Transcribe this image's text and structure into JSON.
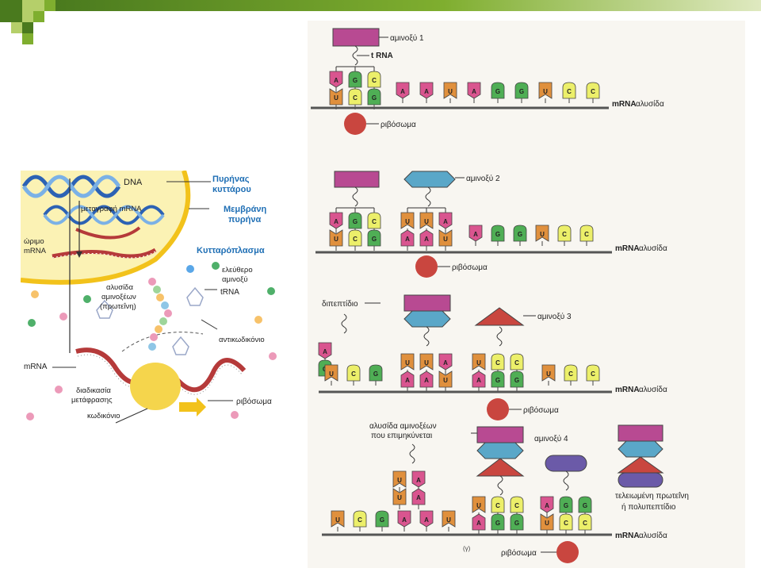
{
  "colors": {
    "green_dark": "#4a7a1e",
    "green_mid": "#7fae2f",
    "green_light": "#b5cf6a",
    "aa_magenta": "#b84a92",
    "aa_blue": "#5aa7c8",
    "aa_red": "#c9463f",
    "aa_purple": "#6b5aa8",
    "base_A": "#d9558f",
    "base_G": "#4fae55",
    "base_C": "#ecef6a",
    "base_U": "#e0903d",
    "ribosome": "#c9463f",
    "mrna_line": "#555555",
    "label_blue": "#1f6fb5"
  },
  "cell": {
    "dna": "DNA",
    "nucleus": [
      "Πυρήνας",
      "κυττάρου"
    ],
    "membrane": [
      "Μεμβράνη",
      "πυρήνα"
    ],
    "transcription": "μεταγραφή mRNA",
    "mature_mrna": [
      "ώριμο",
      "mRNA"
    ],
    "cytoplasm": "Κυτταρόπλασμα",
    "free_aa": [
      "ελεύθερο",
      "αμινοξύ"
    ],
    "trna": "tRNA",
    "aa_chain": [
      "αλυσίδα",
      "αμινοξέων",
      "(πρωτεΐνη)"
    ],
    "anticodon": "αντικωδικόνιο",
    "mrna": "mRNA",
    "translation": [
      "διαδικασία",
      "μετάφρασης"
    ],
    "ribosome": "ριβόσωμα",
    "codon": "κωδικόνιο"
  },
  "steps": {
    "s1": {
      "aa": "αμινοξύ 1",
      "trna": "t RNA",
      "mrna_bold": "mRNA",
      "mrna_rest": " αλυσίδα",
      "ribosome": "ριβόσωμα",
      "mrna_bases": [
        "A",
        "A",
        "U",
        "A",
        "G",
        "G",
        "U",
        "C",
        "C"
      ],
      "trna_pairs": [
        [
          "A",
          "U"
        ],
        [
          "G",
          "C"
        ],
        [
          "C",
          "G"
        ]
      ]
    },
    "s2": {
      "aa": "αμινοξύ 2",
      "mrna_bold": "mRNA",
      "mrna_rest": " αλυσίδα",
      "ribosome": "ριβόσωμα",
      "mrna_bases": [
        "A",
        "G",
        "G",
        "U",
        "C",
        "C"
      ]
    },
    "s3": {
      "dipeptide": "διπεπτίδιο",
      "aa": "αμινοξύ 3",
      "mrna_bold": "mRNA",
      "mrna_rest": " αλυσίδα",
      "ribosome": "ριβόσωμα",
      "mrna_bases": [
        "U",
        "C",
        "G",
        "U",
        "C",
        "C"
      ]
    },
    "s4": {
      "elongating": [
        "αλυσίδα αμινοξέων",
        "που επιμηκύνεται"
      ],
      "aa": "αμινοξύ 4",
      "finished": [
        "τελειωμένη πρωτεΐνη",
        "ή πολυπεπτίδιο"
      ],
      "mrna_bold": "mRNA",
      "mrna_rest": " αλυσίδα",
      "ribosome": "ριβόσωμα",
      "marker": "(γ)",
      "mrna_bases": [
        "U",
        "C",
        "G",
        "A",
        "A",
        "U"
      ]
    }
  }
}
